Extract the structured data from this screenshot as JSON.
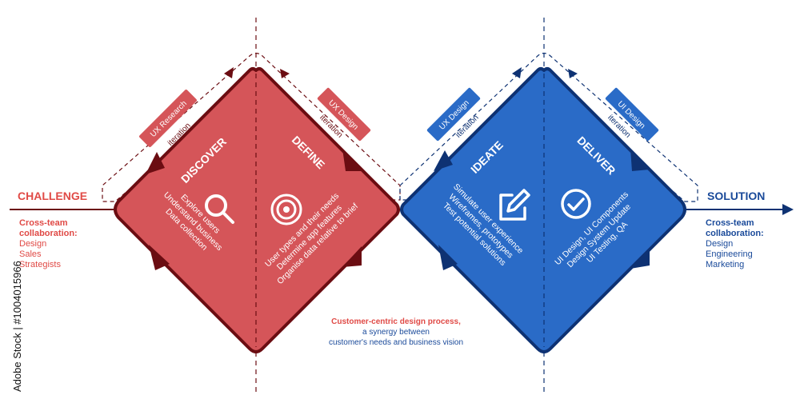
{
  "colors": {
    "red": "#d55559",
    "red_dark": "#6b0d12",
    "red_text": "#e04a46",
    "blue": "#2a6bc7",
    "blue_dark": "#0e3273",
    "blue_text": "#1a4a9a"
  },
  "challenge": "CHALLENGE",
  "solution": "SOLUTION",
  "left_collab": {
    "heading": [
      "Cross-team",
      "collaboration:"
    ],
    "items": [
      "Design",
      "Sales",
      "Strategists"
    ]
  },
  "right_collab": {
    "heading": [
      "Cross-team",
      "collaboration:"
    ],
    "items": [
      "Design",
      "Engineering",
      "Marketing"
    ]
  },
  "phases": {
    "discover": {
      "title": "DISCOVER",
      "items": [
        "Explore users",
        "Understand business",
        "Data collection"
      ],
      "icon": "magnifier-icon"
    },
    "define": {
      "title": "DEFINE",
      "items": [
        "User types and their needs",
        "Determine app features",
        "Organise data relative to brief"
      ],
      "icon": "target-icon"
    },
    "ideate": {
      "title": "IDEATE",
      "items": [
        "Simulate user experience",
        "Wireframes, prototypes",
        "Test potential solutions"
      ],
      "icon": "edit-icon"
    },
    "deliver": {
      "title": "DELIVER",
      "items": [
        "UI Design, UI Components",
        "Design System Update",
        "UI Testing, QA"
      ],
      "icon": "check-circle-icon"
    }
  },
  "tags": {
    "ux_research": "UX Research",
    "ux_design_red": "UX Design",
    "ux_design_blue": "UX Design",
    "ui_design": "UI Design"
  },
  "iteration": "iteration",
  "caption": {
    "line1": "Customer-centric design process,",
    "line2": "a synergy between",
    "line3": "customer's needs and business vision"
  },
  "stock_id": "Adobe Stock | #1004015966"
}
